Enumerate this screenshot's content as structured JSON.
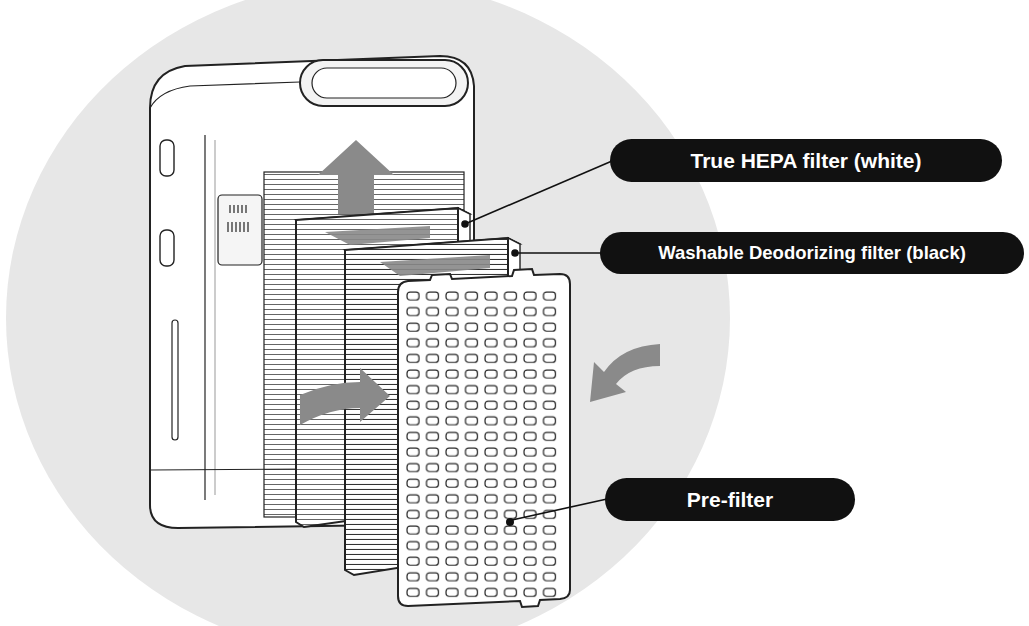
{
  "diagram": {
    "nodes": [
      {
        "text": [
          "True HEPA filter (white)"
        ]
      },
      {
        "text": [
          "Washable Deodorizing filter (black)"
        ]
      },
      {
        "text": [
          "Pre-filter"
        ]
      }
    ]
  }
}
